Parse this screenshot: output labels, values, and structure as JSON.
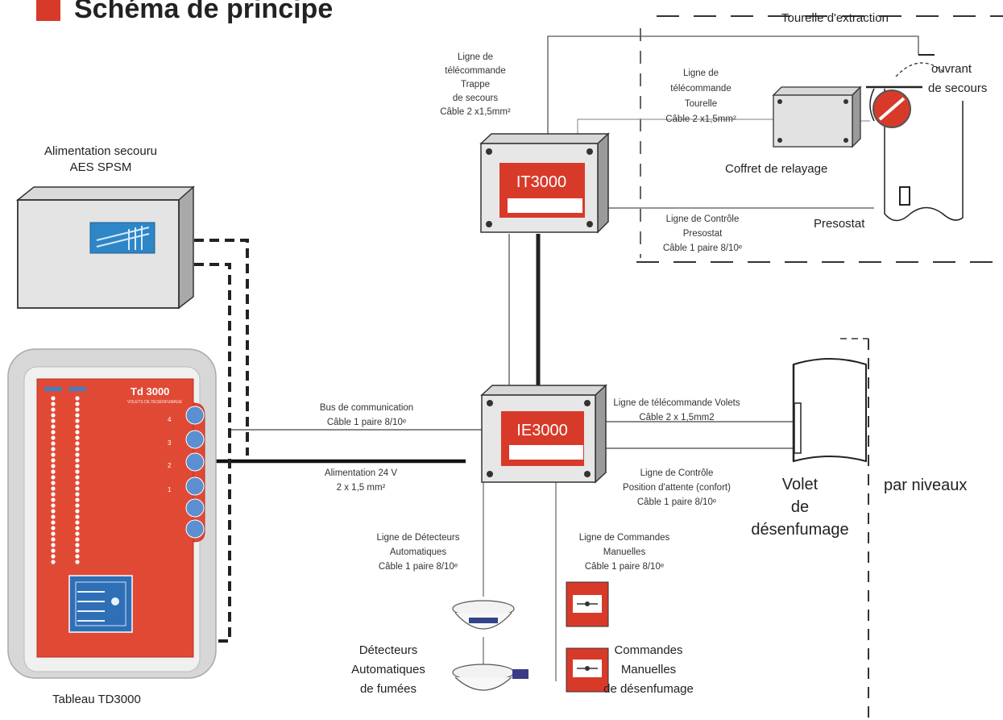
{
  "title": "Schéma de principe",
  "accent_color": "#d83a2a",
  "labels": {
    "aes_line1": "Alimentation secouru",
    "aes_line2": "AES SPSM",
    "tableau": "Tableau TD3000",
    "it_box": "IT3000",
    "ie_box": "IE3000",
    "tourelle": "Tourelle d'extraction",
    "ouvrant_1": "ouvrant",
    "ouvrant_2": "de secours",
    "coffret": "Coffret de relayage",
    "presostat": "Presostat",
    "trappe_1": "Ligne de",
    "trappe_2": "télécommande",
    "trappe_3": "Trappe",
    "trappe_4": "de secours",
    "trappe_5": "Câble 2 x1,5mm²",
    "tour_1": "Ligne de",
    "tour_2": "télécommande",
    "tour_3": "Tourelle",
    "tour_4": "Câble 2 x1,5mm²",
    "ctrl_pres_1": "Ligne de Contrôle",
    "ctrl_pres_2": "Presostat",
    "ctrl_pres_3": "Câble 1 paire 8/10ᵉ",
    "bus_1": "Bus de communication",
    "bus_2": "Câble 1 paire 8/10ᵉ",
    "alim_1": "Alimentation 24 V",
    "alim_2": "2 x 1,5 mm²",
    "volets_1": "Ligne de télécommande Volets",
    "volets_2": "Câble 2 x 1,5mm2",
    "ctrl_pos_1": "Ligne de Contrôle",
    "ctrl_pos_2": "Position d'attente (confort)",
    "ctrl_pos_3": "Câble 1 paire 8/10ᵉ",
    "volet_1": "Volet",
    "volet_2": "de",
    "volet_3": "désenfumage",
    "par_niveaux": "par niveaux",
    "det_line_1": "Ligne de Détecteurs",
    "det_line_2": "Automatiques",
    "det_line_3": "Câble 1 paire 8/10ᵉ",
    "cmd_line_1": "Ligne de Commandes",
    "cmd_line_2": "Manuelles",
    "cmd_line_3": "Câble 1 paire 8/10ᵉ",
    "det_1": "Détecteurs",
    "det_2": "Automatiques",
    "det_3": "de fumées",
    "cmd_1": "Commandes",
    "cmd_2": "Manuelles",
    "cmd_3": "de désenfumage",
    "td_logo": "Td 3000",
    "td_sub": "VOLETS DE DESENFUMAGE"
  },
  "td_levels": [
    "4",
    "3",
    "2",
    "1"
  ]
}
